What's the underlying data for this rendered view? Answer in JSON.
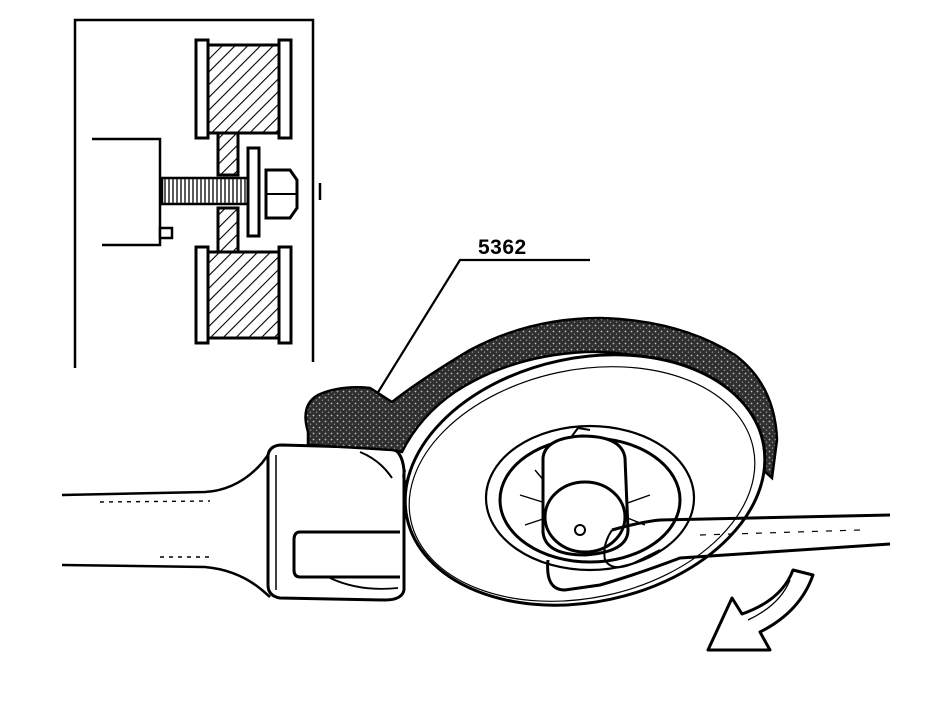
{
  "figure": {
    "tool_number_label": "5362",
    "colors": {
      "ink": "#000000",
      "paper": "#ffffff",
      "stipple": "#3a3a3a"
    },
    "icons": [
      "rotation-direction-arrow-icon"
    ],
    "components": [
      "inset-section-view",
      "tensioner-pulley",
      "special-tool-5362",
      "torque-wrench",
      "open-end-spanner"
    ]
  }
}
